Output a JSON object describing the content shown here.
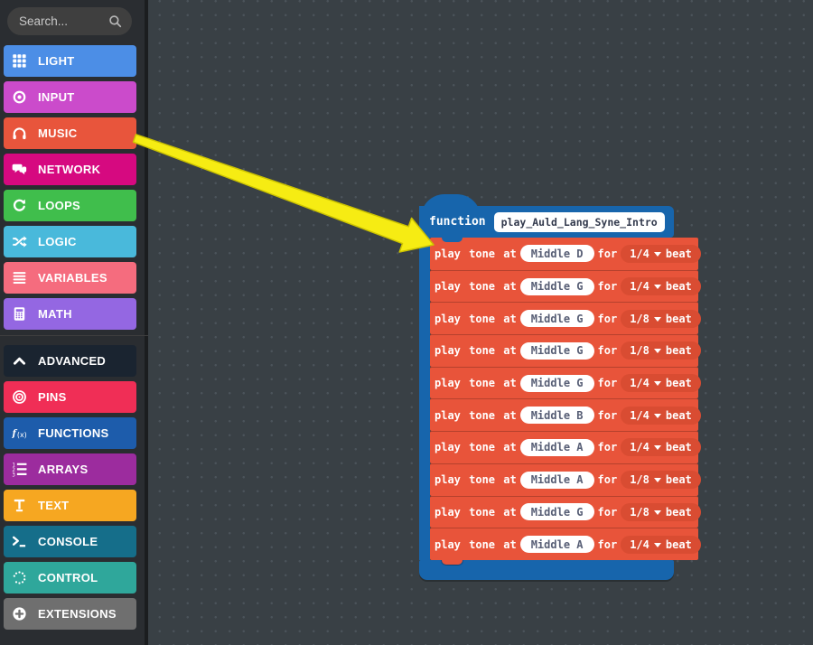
{
  "search": {
    "placeholder": "Search..."
  },
  "sidebar": {
    "categories": [
      {
        "label": "LIGHT",
        "color": "#4C8EE6",
        "icon": "grid-icon"
      },
      {
        "label": "INPUT",
        "color": "#CB4BCB",
        "icon": "target-icon"
      },
      {
        "label": "MUSIC",
        "color": "#E8553C",
        "icon": "headphones-icon"
      },
      {
        "label": "NETWORK",
        "color": "#D60980",
        "icon": "chat-icon"
      },
      {
        "label": "LOOPS",
        "color": "#40BE4C",
        "icon": "refresh-icon"
      },
      {
        "label": "LOGIC",
        "color": "#49B9DB",
        "icon": "shuffle-icon"
      },
      {
        "label": "VARIABLES",
        "color": "#F56C7E",
        "icon": "lines-icon"
      },
      {
        "label": "MATH",
        "color": "#9467E2",
        "icon": "calculator-icon"
      }
    ],
    "advanced_toggle": {
      "label": "ADVANCED",
      "color": "#1A2430",
      "icon": "chevron-up-icon"
    },
    "advanced_categories": [
      {
        "label": "PINS",
        "color": "#F02E56",
        "icon": "rings-icon"
      },
      {
        "label": "FUNCTIONS",
        "color": "#1D5CAB",
        "icon": "fx-icon"
      },
      {
        "label": "ARRAYS",
        "color": "#9C2C9E",
        "icon": "numbered-list-icon"
      },
      {
        "label": "TEXT",
        "color": "#F6A721",
        "icon": "text-icon"
      },
      {
        "label": "CONSOLE",
        "color": "#156E8A",
        "icon": "terminal-icon"
      },
      {
        "label": "CONTROL",
        "color": "#2FA79B",
        "icon": "spinner-icon"
      },
      {
        "label": "EXTENSIONS",
        "color": "#6F6F6F",
        "icon": "plus-circle-icon"
      }
    ]
  },
  "workspace": {
    "function_block": {
      "keyword": "function",
      "name": "play_Auld_Lang_Syne_Intro",
      "statement_labels": {
        "prefix": "play tone at",
        "for_word": "for",
        "beat_word": "beat"
      },
      "statements": [
        {
          "note": "Middle D",
          "duration": "1/4"
        },
        {
          "note": "Middle G",
          "duration": "1/4"
        },
        {
          "note": "Middle G",
          "duration": "1/8"
        },
        {
          "note": "Middle G",
          "duration": "1/8"
        },
        {
          "note": "Middle G",
          "duration": "1/4"
        },
        {
          "note": "Middle B",
          "duration": "1/4"
        },
        {
          "note": "Middle A",
          "duration": "1/4"
        },
        {
          "note": "Middle A",
          "duration": "1/8"
        },
        {
          "note": "Middle G",
          "duration": "1/8"
        },
        {
          "note": "Middle A",
          "duration": "1/4"
        }
      ]
    },
    "colors": {
      "canvas_bg": "#394045",
      "canvas_dot": "#4B535A",
      "sidebar_bg": "#2A2D31",
      "function_blue": "#1765AC",
      "music_red": "#E8543A",
      "dropdown_red": "#D94C32",
      "arrow_yellow": "#F6EC13",
      "arrow_outline": "#CCC300"
    }
  }
}
